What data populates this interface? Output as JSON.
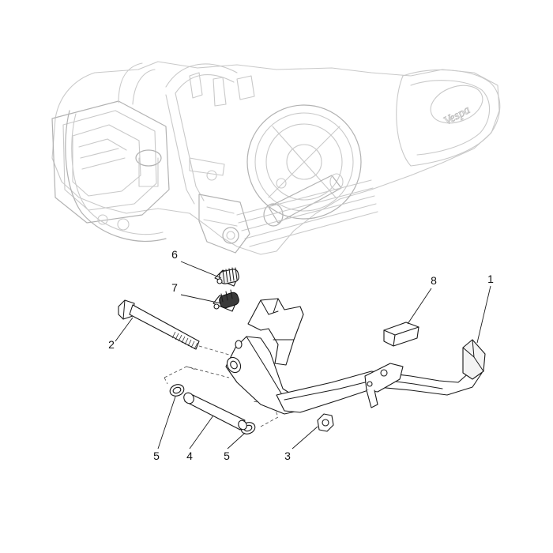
{
  "diagram": {
    "engine_logo_text": "Vespa",
    "callouts": [
      {
        "id": "1",
        "label": "1"
      },
      {
        "id": "2",
        "label": "2"
      },
      {
        "id": "3",
        "label": "3"
      },
      {
        "id": "4",
        "label": "4"
      },
      {
        "id": "5a",
        "label": "5"
      },
      {
        "id": "5b",
        "label": "5"
      },
      {
        "id": "6",
        "label": "6"
      },
      {
        "id": "7",
        "label": "7"
      },
      {
        "id": "8",
        "label": "8"
      }
    ]
  },
  "colors": {
    "background": "#ffffff",
    "part_outline": "#1a1a1a",
    "ghost_outline": "#c9c9c9",
    "rubber": "#3a3a3a"
  }
}
